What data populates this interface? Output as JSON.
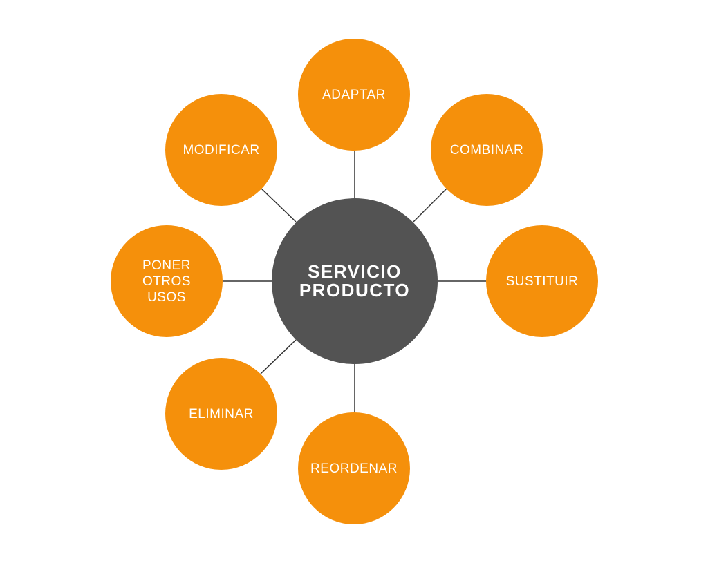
{
  "colors": {
    "satellite_fill": "#F5900B",
    "center_fill": "#535353",
    "connector": "#333333",
    "text": "#FFFFFF",
    "background": "#FFFFFF"
  },
  "center": {
    "label": "SERVICIO\nPRODUCTO"
  },
  "nodes": {
    "adaptar": "ADAPTAR",
    "combinar": "COMBINAR",
    "sustituir": "SUSTITUIR",
    "reordenar": "REORDENAR",
    "eliminar": "ELIMINAR",
    "poner": "PONER\nOTROS\nUSOS",
    "modificar": "MODIFICAR"
  }
}
